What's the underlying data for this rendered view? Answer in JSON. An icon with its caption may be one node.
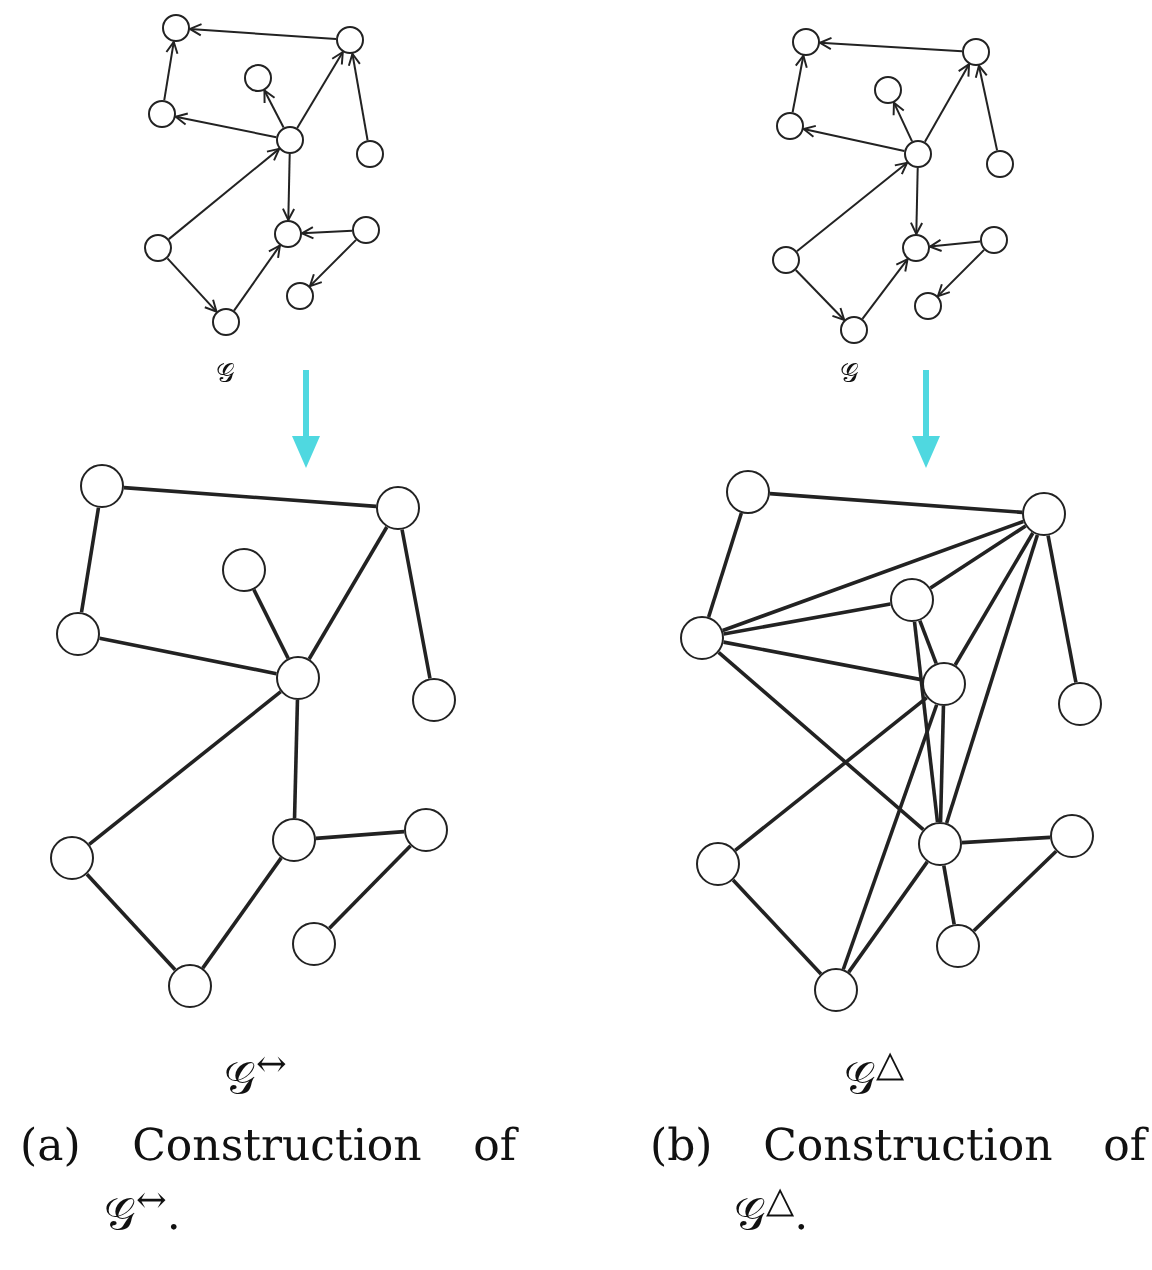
{
  "diagram": {
    "nodes": [
      {
        "text": [],
        "shape": "circle"
      },
      {
        "text": [],
        "shape": "circle"
      },
      {
        "text": [],
        "shape": "circle"
      },
      {
        "text": [],
        "shape": "circle"
      },
      {
        "text": [],
        "shape": "circle"
      },
      {
        "text": [],
        "shape": "circle"
      },
      {
        "text": [],
        "shape": "circle"
      },
      {
        "text": [],
        "shape": "circle"
      },
      {
        "text": [],
        "shape": "circle"
      },
      {
        "text": [],
        "shape": "circle"
      },
      {
        "text": [],
        "shape": "circle"
      },
      {
        "text": [],
        "shape": "circle"
      },
      {
        "text": [],
        "shape": "circle"
      },
      {
        "text": [],
        "shape": "circle"
      },
      {
        "text": [],
        "shape": "circle"
      },
      {
        "text": [],
        "shape": "circle"
      },
      {
        "text": [],
        "shape": "circle"
      },
      {
        "text": [],
        "shape": "circle"
      },
      {
        "text": [],
        "shape": "circle"
      },
      {
        "text": [],
        "shape": "circle"
      },
      {
        "text": [],
        "shape": "circle"
      },
      {
        "text": [],
        "shape": "circle"
      },
      {
        "text": [],
        "shape": "circle"
      },
      {
        "text": [],
        "shape": "circle"
      },
      {
        "text": [],
        "shape": "circle"
      },
      {
        "text": [],
        "shape": "circle"
      },
      {
        "text": [],
        "shape": "circle"
      },
      {
        "text": [],
        "shape": "circle"
      },
      {
        "text": [],
        "shape": "circle"
      },
      {
        "text": [],
        "shape": "circle"
      },
      {
        "text": [],
        "shape": "circle"
      },
      {
        "text": [],
        "shape": "circle"
      },
      {
        "text": [],
        "shape": "circle"
      },
      {
        "text": [],
        "shape": "circle"
      },
      {
        "text": [],
        "shape": "circle"
      },
      {
        "text": [],
        "shape": "circle"
      },
      {
        "text": [],
        "shape": "circle"
      },
      {
        "text": [],
        "shape": "circle"
      },
      {
        "text": [],
        "shape": "circle"
      },
      {
        "text": [],
        "shape": "circle"
      },
      {
        "text": [],
        "shape": "circle"
      },
      {
        "text": [],
        "shape": "circle"
      },
      {
        "text": [],
        "shape": "circle"
      },
      {
        "text": [],
        "shape": "circle"
      }
    ],
    "edges": [
      {
        "from": 1,
        "to": 0,
        "arrow": "to"
      },
      {
        "from": 3,
        "to": 0,
        "arrow": "to"
      },
      {
        "from": 4,
        "to": 3,
        "arrow": "to"
      },
      {
        "from": 4,
        "to": 2,
        "arrow": "to"
      },
      {
        "from": 4,
        "to": 1,
        "arrow": "to"
      },
      {
        "from": 5,
        "to": 1,
        "arrow": "to"
      },
      {
        "from": 6,
        "to": 4,
        "arrow": "to"
      },
      {
        "from": 4,
        "to": 7,
        "arrow": "to"
      },
      {
        "from": 6,
        "to": 10,
        "arrow": "to"
      },
      {
        "from": 10,
        "to": 7,
        "arrow": "to"
      },
      {
        "from": 8,
        "to": 7,
        "arrow": "to"
      },
      {
        "from": 8,
        "to": 9,
        "arrow": "to"
      },
      {
        "from": 11,
        "to": 12,
        "arrow": "none"
      },
      {
        "from": 11,
        "to": 14,
        "arrow": "none"
      },
      {
        "from": 14,
        "to": 15,
        "arrow": "none"
      },
      {
        "from": 13,
        "to": 15,
        "arrow": "none"
      },
      {
        "from": 12,
        "to": 15,
        "arrow": "none"
      },
      {
        "from": 12,
        "to": 16,
        "arrow": "none"
      },
      {
        "from": 15,
        "to": 17,
        "arrow": "none"
      },
      {
        "from": 15,
        "to": 18,
        "arrow": "none"
      },
      {
        "from": 17,
        "to": 21,
        "arrow": "none"
      },
      {
        "from": 21,
        "to": 18,
        "arrow": "none"
      },
      {
        "from": 18,
        "to": 19,
        "arrow": "none"
      },
      {
        "from": 19,
        "to": 20,
        "arrow": "none"
      },
      {
        "from": 23,
        "to": 22,
        "arrow": "to"
      },
      {
        "from": 25,
        "to": 22,
        "arrow": "to"
      },
      {
        "from": 26,
        "to": 25,
        "arrow": "to"
      },
      {
        "from": 26,
        "to": 24,
        "arrow": "to"
      },
      {
        "from": 26,
        "to": 23,
        "arrow": "to"
      },
      {
        "from": 27,
        "to": 23,
        "arrow": "to"
      },
      {
        "from": 28,
        "to": 26,
        "arrow": "to"
      },
      {
        "from": 26,
        "to": 29,
        "arrow": "to"
      },
      {
        "from": 28,
        "to": 32,
        "arrow": "to"
      },
      {
        "from": 32,
        "to": 29,
        "arrow": "to"
      },
      {
        "from": 30,
        "to": 29,
        "arrow": "to"
      },
      {
        "from": 30,
        "to": 31,
        "arrow": "to"
      },
      {
        "from": 33,
        "to": 34,
        "arrow": "none"
      },
      {
        "from": 33,
        "to": 36,
        "arrow": "none"
      },
      {
        "from": 34,
        "to": 36,
        "arrow": "none"
      },
      {
        "from": 35,
        "to": 36,
        "arrow": "none"
      },
      {
        "from": 36,
        "to": 37,
        "arrow": "none"
      },
      {
        "from": 36,
        "to": 40,
        "arrow": "none"
      },
      {
        "from": 34,
        "to": 35,
        "arrow": "none"
      },
      {
        "from": 35,
        "to": 37,
        "arrow": "none"
      },
      {
        "from": 35,
        "to": 40,
        "arrow": "none"
      },
      {
        "from": 34,
        "to": 37,
        "arrow": "none"
      },
      {
        "from": 37,
        "to": 40,
        "arrow": "none"
      },
      {
        "from": 37,
        "to": 39,
        "arrow": "none"
      },
      {
        "from": 37,
        "to": 43,
        "arrow": "none"
      },
      {
        "from": 40,
        "to": 43,
        "arrow": "none"
      },
      {
        "from": 34,
        "to": 40,
        "arrow": "none"
      },
      {
        "from": 34,
        "to": 38,
        "arrow": "none"
      },
      {
        "from": 40,
        "to": 41,
        "arrow": "none"
      },
      {
        "from": 40,
        "to": 42,
        "arrow": "none"
      },
      {
        "from": 41,
        "to": 42,
        "arrow": "none"
      },
      {
        "from": 39,
        "to": 43,
        "arrow": "none"
      }
    ],
    "labels": [
      "𝒢",
      "𝒢",
      "𝒢$^{↔}$",
      "𝒢$^{△}$",
      "(a) Construction of 𝒢$^{↔}$.",
      "(b) Construction of 𝒢$^{△}$."
    ]
  }
}
